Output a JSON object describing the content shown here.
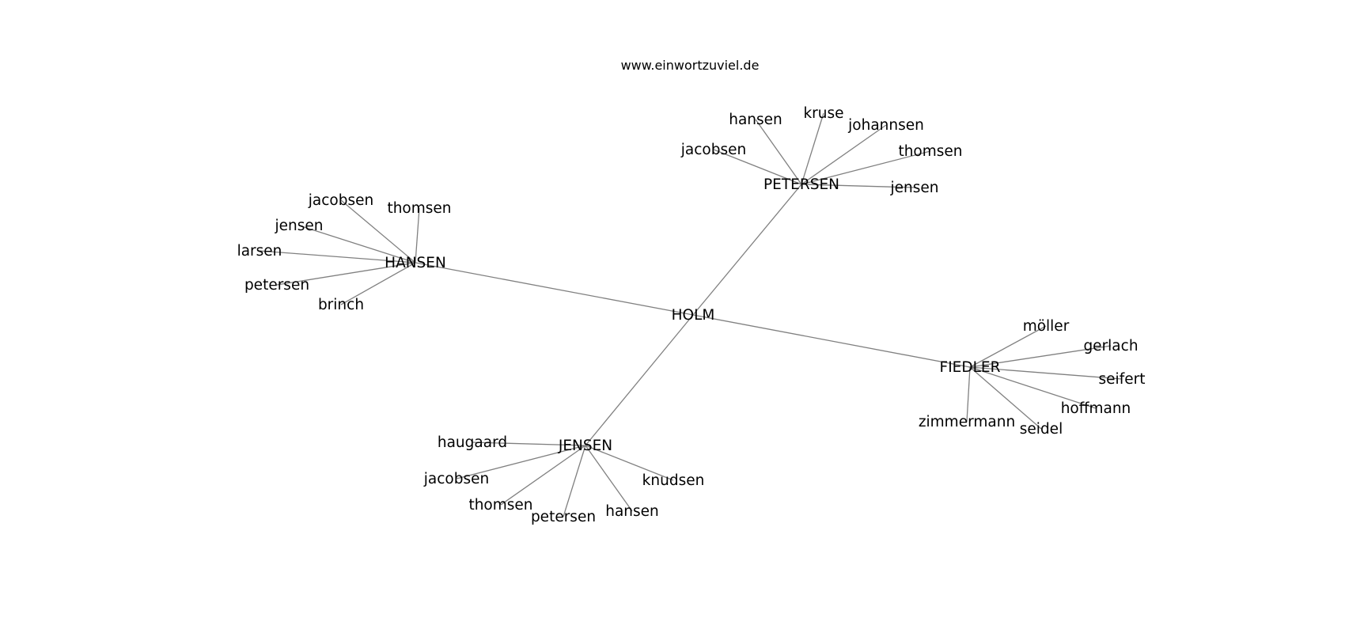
{
  "site_title": "www.einwortzuviel.de",
  "colors": {
    "edge": "#808080",
    "text": "#000000",
    "background": "#ffffff"
  },
  "graph": {
    "root": "holm",
    "nodes": [
      {
        "id": "holm",
        "label": "HOLM"
      },
      {
        "id": "petersen",
        "label": "PETERSEN"
      },
      {
        "id": "hansen",
        "label": "HANSEN"
      },
      {
        "id": "fiedler",
        "label": "FIEDLER"
      },
      {
        "id": "jensen",
        "label": "JENSEN"
      },
      {
        "id": "petersen-hansen",
        "label": "hansen"
      },
      {
        "id": "petersen-kruse",
        "label": "kruse"
      },
      {
        "id": "petersen-johannsen",
        "label": "johannsen"
      },
      {
        "id": "petersen-jacobsen",
        "label": "jacobsen"
      },
      {
        "id": "petersen-thomsen",
        "label": "thomsen"
      },
      {
        "id": "petersen-jensen",
        "label": "jensen"
      },
      {
        "id": "hansen-jacobsen",
        "label": "jacobsen"
      },
      {
        "id": "hansen-thomsen",
        "label": "thomsen"
      },
      {
        "id": "hansen-jensen",
        "label": "jensen"
      },
      {
        "id": "hansen-larsen",
        "label": "larsen"
      },
      {
        "id": "hansen-petersen",
        "label": "petersen"
      },
      {
        "id": "hansen-brinch",
        "label": "brinch"
      },
      {
        "id": "fiedler-moeller",
        "label": "möller"
      },
      {
        "id": "fiedler-gerlach",
        "label": "gerlach"
      },
      {
        "id": "fiedler-seifert",
        "label": "seifert"
      },
      {
        "id": "fiedler-hoffmann",
        "label": "hoffmann"
      },
      {
        "id": "fiedler-zimmermann",
        "label": "zimmermann"
      },
      {
        "id": "fiedler-seidel",
        "label": "seidel"
      },
      {
        "id": "jensen-haugaard",
        "label": "haugaard"
      },
      {
        "id": "jensen-jacobsen",
        "label": "jacobsen"
      },
      {
        "id": "jensen-thomsen",
        "label": "thomsen"
      },
      {
        "id": "jensen-petersen",
        "label": "petersen"
      },
      {
        "id": "jensen-hansen",
        "label": "hansen"
      },
      {
        "id": "jensen-knudsen",
        "label": "knudsen"
      }
    ],
    "edges": [
      [
        "holm",
        "petersen"
      ],
      [
        "holm",
        "hansen"
      ],
      [
        "holm",
        "fiedler"
      ],
      [
        "holm",
        "jensen"
      ],
      [
        "petersen",
        "petersen-hansen"
      ],
      [
        "petersen",
        "petersen-kruse"
      ],
      [
        "petersen",
        "petersen-johannsen"
      ],
      [
        "petersen",
        "petersen-jacobsen"
      ],
      [
        "petersen",
        "petersen-thomsen"
      ],
      [
        "petersen",
        "petersen-jensen"
      ],
      [
        "hansen",
        "hansen-jacobsen"
      ],
      [
        "hansen",
        "hansen-thomsen"
      ],
      [
        "hansen",
        "hansen-jensen"
      ],
      [
        "hansen",
        "hansen-larsen"
      ],
      [
        "hansen",
        "hansen-petersen"
      ],
      [
        "hansen",
        "hansen-brinch"
      ],
      [
        "fiedler",
        "fiedler-moeller"
      ],
      [
        "fiedler",
        "fiedler-gerlach"
      ],
      [
        "fiedler",
        "fiedler-seifert"
      ],
      [
        "fiedler",
        "fiedler-hoffmann"
      ],
      [
        "fiedler",
        "fiedler-zimmermann"
      ],
      [
        "fiedler",
        "fiedler-seidel"
      ],
      [
        "jensen",
        "jensen-haugaard"
      ],
      [
        "jensen",
        "jensen-jacobsen"
      ],
      [
        "jensen",
        "jensen-thomsen"
      ],
      [
        "jensen",
        "jensen-petersen"
      ],
      [
        "jensen",
        "jensen-hansen"
      ],
      [
        "jensen",
        "jensen-knudsen"
      ]
    ]
  }
}
